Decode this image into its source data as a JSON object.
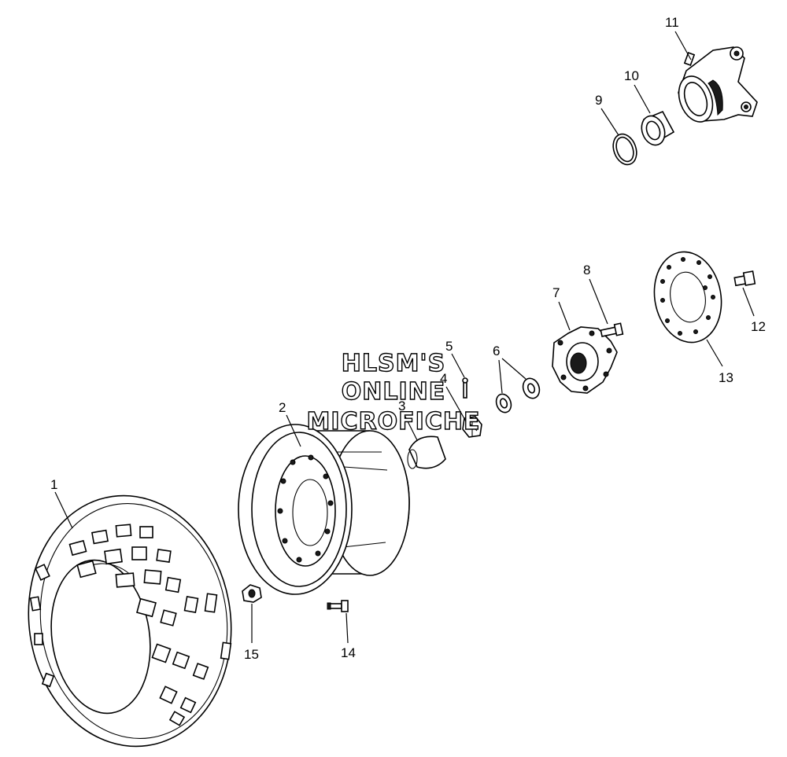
{
  "watermark": {
    "line1": "HLSM'S",
    "line2": "ONLINE",
    "line3": "MICROFICHE"
  },
  "callouts": {
    "c1": "1",
    "c2": "2",
    "c3": "3",
    "c4": "4",
    "c5": "5",
    "c6": "6",
    "c7": "7",
    "c8": "8",
    "c9": "9",
    "c10": "10",
    "c11": "11",
    "c12": "12",
    "c13": "13",
    "c14": "14",
    "c15": "15"
  }
}
